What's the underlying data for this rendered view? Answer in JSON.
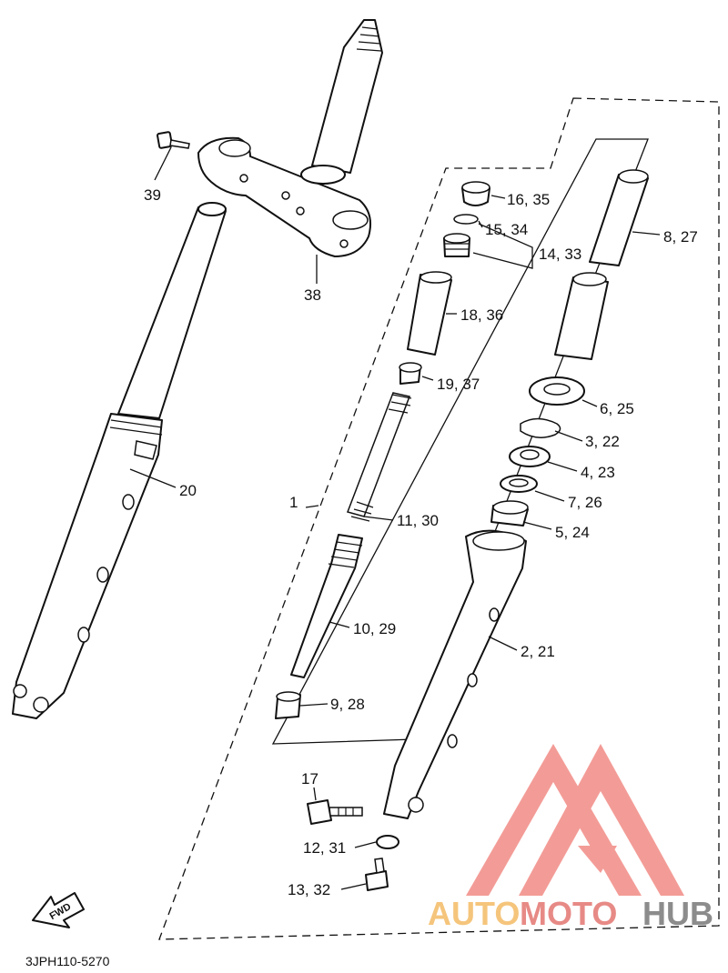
{
  "diagram": {
    "drawing_code": "3JPH110-5270",
    "fwd_label": "FWD",
    "labels": {
      "p1": "1",
      "p2": "2, 21",
      "p3": "3, 22",
      "p4": "4, 23",
      "p5": "5, 24",
      "p6": "6, 25",
      "p7": "7, 26",
      "p8": "8, 27",
      "p9": "9, 28",
      "p10": "10, 29",
      "p11": "11, 30",
      "p12": "12, 31",
      "p13": "13, 32",
      "p14": "14, 33",
      "p15": "15, 34",
      "p16": "16, 35",
      "p17": "17",
      "p18": "18, 36",
      "p19": "19, 37",
      "p20": "20",
      "p38": "38",
      "p39": "39"
    }
  },
  "watermark": {
    "part1": "AUTO",
    "part2": "MOTO",
    "part3": "HUB",
    "colors": {
      "auto": "#f5c57c",
      "moto": "#e78a86",
      "hub": "#8c8c8c",
      "logo": "#f28b86"
    }
  }
}
